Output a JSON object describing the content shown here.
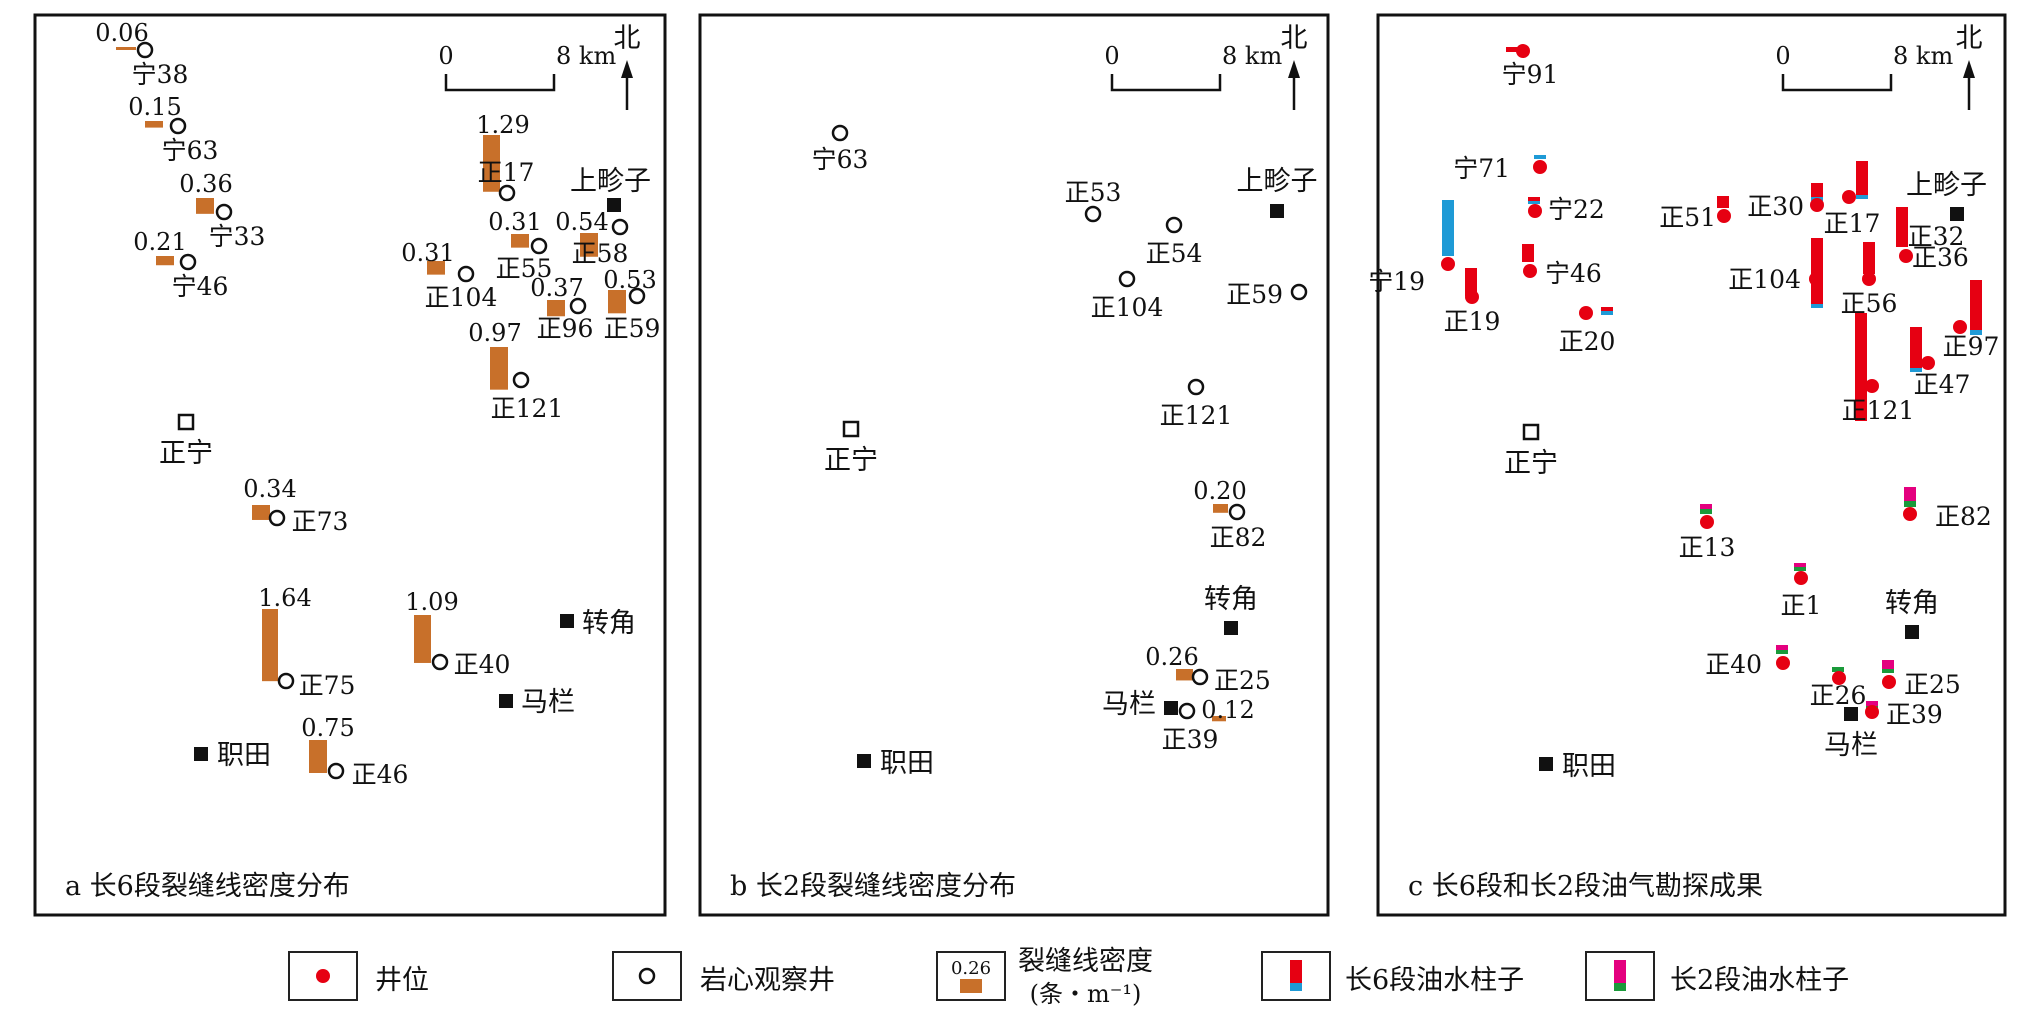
{
  "colors": {
    "frame": "#111111",
    "text": "#111111",
    "well_red": "#e60012",
    "fracture_bar": "#c8702a",
    "oil_red": "#e60012",
    "water_blue": "#1e9ad6",
    "oil_magenta": "#e4007f",
    "water_green": "#1a9a3a",
    "town": "#111111"
  },
  "common": {
    "scale_zero": "0",
    "scale_max": "8 km",
    "north": "北"
  },
  "panels": [
    {
      "title": "a 长6段裂缝线密度分布",
      "towns": [
        {
          "name": "上畛子",
          "type": "filled"
        },
        {
          "name": "转角",
          "type": "filled"
        },
        {
          "name": "马栏",
          "type": "filled"
        },
        {
          "name": "职田",
          "type": "filled"
        },
        {
          "name": "正宁",
          "type": "open"
        }
      ],
      "wells": [
        {
          "name": "宁38",
          "density": "0.06",
          "value": 0.06
        },
        {
          "name": "宁63",
          "density": "0.15",
          "value": 0.15
        },
        {
          "name": "宁33",
          "density": "0.36",
          "value": 0.36
        },
        {
          "name": "宁46",
          "density": "0.21",
          "value": 0.21
        },
        {
          "name": "正17",
          "density": "1.29",
          "value": 1.29
        },
        {
          "name": "正55",
          "density": "0.31",
          "value": 0.31
        },
        {
          "name": "正58",
          "density": "0.54",
          "value": 0.54
        },
        {
          "name": "正104",
          "density": "0.31",
          "value": 0.31
        },
        {
          "name": "正96",
          "density": "0.37",
          "value": 0.37
        },
        {
          "name": "正59",
          "density": "0.53",
          "value": 0.53
        },
        {
          "name": "正121",
          "density": "0.97",
          "value": 0.97
        },
        {
          "name": "正73",
          "density": "0.34",
          "value": 0.34
        },
        {
          "name": "正75",
          "density": "1.64",
          "value": 1.64
        },
        {
          "name": "正40",
          "density": "1.09",
          "value": 1.09
        },
        {
          "name": "正46",
          "density": "0.75",
          "value": 0.75
        }
      ]
    },
    {
      "title": "b 长2段裂缝线密度分布",
      "towns": [
        {
          "name": "上畛子",
          "type": "filled"
        },
        {
          "name": "转角",
          "type": "filled"
        },
        {
          "name": "马栏",
          "type": "filled"
        },
        {
          "name": "职田",
          "type": "filled"
        },
        {
          "name": "正宁",
          "type": "open"
        }
      ],
      "wells": [
        {
          "name": "宁63",
          "density": "",
          "value": 0
        },
        {
          "name": "正53",
          "density": "",
          "value": 0
        },
        {
          "name": "正54",
          "density": "",
          "value": 0
        },
        {
          "name": "正104",
          "density": "",
          "value": 0
        },
        {
          "name": "正59",
          "density": "",
          "value": 0
        },
        {
          "name": "正121",
          "density": "",
          "value": 0
        },
        {
          "name": "正82",
          "density": "0.20",
          "value": 0.2
        },
        {
          "name": "正25",
          "density": "0.26",
          "value": 0.26
        },
        {
          "name": "正39",
          "density": "0.12",
          "value": 0.12
        }
      ]
    },
    {
      "title": "c 长6段和长2段油气勘探成果",
      "towns": [
        {
          "name": "上畛子",
          "type": "filled"
        },
        {
          "name": "转角",
          "type": "filled"
        },
        {
          "name": "马栏",
          "type": "filled"
        },
        {
          "name": "职田",
          "type": "filled"
        },
        {
          "name": "正宁",
          "type": "open"
        }
      ],
      "wells": [
        {
          "name": "宁91",
          "member": "长6"
        },
        {
          "name": "宁71",
          "member": "长6"
        },
        {
          "name": "宁22",
          "member": "长6"
        },
        {
          "name": "宁46",
          "member": "长6"
        },
        {
          "name": "宁19",
          "member": "长6"
        },
        {
          "name": "正19",
          "member": "长6"
        },
        {
          "name": "正20",
          "member": "长6"
        },
        {
          "name": "正51",
          "member": "长6"
        },
        {
          "name": "正30",
          "member": "长6"
        },
        {
          "name": "正17",
          "member": "长6"
        },
        {
          "name": "正32",
          "member": "长6"
        },
        {
          "name": "正36",
          "member": "长6"
        },
        {
          "name": "正104",
          "member": "长6"
        },
        {
          "name": "正56",
          "member": "长6"
        },
        {
          "name": "正97",
          "member": "长6"
        },
        {
          "name": "正47",
          "member": "长6"
        },
        {
          "name": "正121",
          "member": "长6"
        },
        {
          "name": "正13",
          "member": "长2"
        },
        {
          "name": "正82",
          "member": "长2"
        },
        {
          "name": "正1",
          "member": "长2"
        },
        {
          "name": "正40",
          "member": "长2"
        },
        {
          "name": "正26",
          "member": "长2"
        },
        {
          "name": "正25",
          "member": "长2"
        },
        {
          "name": "正39",
          "member": "长2"
        }
      ]
    }
  ],
  "legend": [
    {
      "key": "well",
      "label": "井位"
    },
    {
      "key": "core",
      "label": "岩心观察井"
    },
    {
      "key": "density",
      "label_line1": "裂缝线密度",
      "label_line2": "(条・m⁻¹)",
      "sample": "0.26"
    },
    {
      "key": "chang6",
      "label": "长6段油水柱子"
    },
    {
      "key": "chang2",
      "label": "长2段油水柱子"
    }
  ]
}
